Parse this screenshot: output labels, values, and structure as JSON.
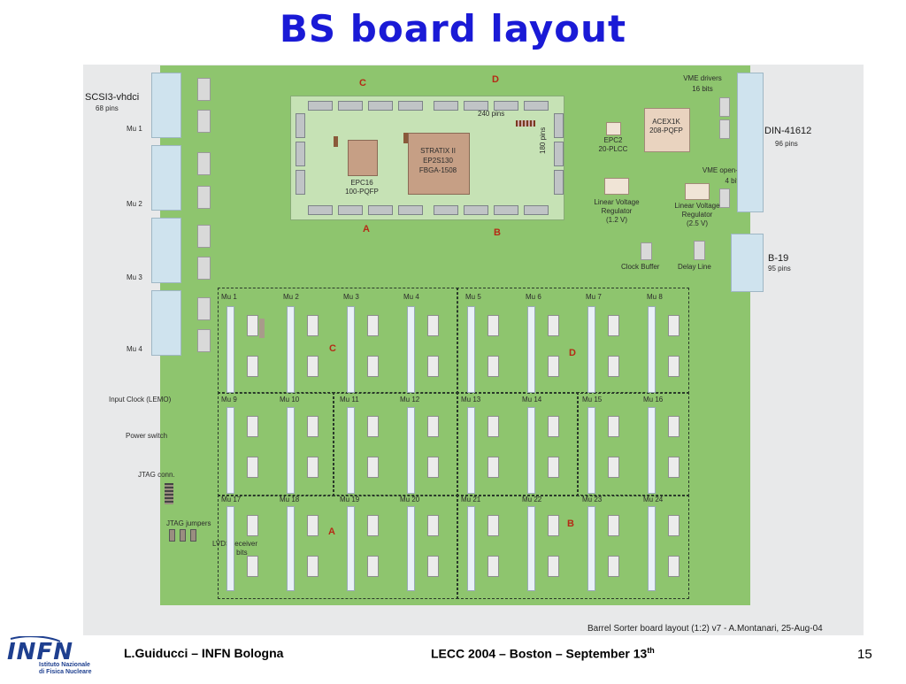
{
  "slide": {
    "title": "BS board layout",
    "footer_left": "L.Guiducci – INFN Bologna",
    "footer_center": "LECC 2004 – Boston – September 13",
    "footer_center_sup": "th",
    "page_number": "15",
    "logo": {
      "text": "INFN",
      "line1": "Istituto Nazionale",
      "line2": "di Fisica Nucleare"
    }
  },
  "diagram": {
    "caption": "Barrel Sorter board layout (1:2) v7 - A.Montanari, 25-Aug-04",
    "left_labels": {
      "scsi_title": "SCSI3-vhdci",
      "scsi_pins": "68 pins",
      "mu1": "Mu 1",
      "mu2": "Mu 2",
      "mu3": "Mu 3",
      "mu4": "Mu 4",
      "input_clock": "Input Clock (LEMO)",
      "power_switch": "Power switch",
      "jtag_conn": "JTAG conn.",
      "jtag_jumpers": "JTAG jumpers",
      "lvds_line1": "LVDS  receiver",
      "lvds_line2": "31 bits"
    },
    "right_labels": {
      "vme_drivers_1": "VME drivers",
      "vme_drivers_2": "16 bits",
      "din_title": "DIN-41612",
      "din_pins": "96 pins",
      "vme_oc_1": "VME open-coll.",
      "vme_oc_2": "4 bits",
      "b19_title": "B-19",
      "b19_pins": "95 pins"
    },
    "fpga_area": {
      "label_c": "C",
      "label_d": "D",
      "label_a": "A",
      "label_b": "B",
      "pins_240": "240 pins",
      "pins_180": "180 pins",
      "stratix_1": "STRATIX II",
      "stratix_2": "EP2S130",
      "stratix_3": "FBGA-1508",
      "epc16_1": "EPC16",
      "epc16_2": "100-PQFP"
    },
    "components": {
      "epc2_1": "EPC2",
      "epc2_2": "20-PLCC",
      "acex_1": "ACEX1K",
      "acex_2": "208-PQFP",
      "lvr12_1": "Linear Voltage",
      "lvr12_2": "Regulator",
      "lvr12_3": "(1.2 V)",
      "lvr25_1": "Linear Voltage",
      "lvr25_2": "Regulator",
      "lvr25_3": "(2.5 V)",
      "clock_buffer": "Clock Buffer",
      "delay_line": "Delay Line"
    },
    "quadrants": {
      "c": "C",
      "d": "D",
      "a": "A",
      "b": "B"
    },
    "mu_rows": [
      [
        "Mu 1",
        "Mu 2",
        "Mu 3",
        "Mu 4",
        "Mu 5",
        "Mu 6",
        "Mu 7",
        "Mu 8"
      ],
      [
        "Mu 9",
        "Mu 10",
        "Mu 11",
        "Mu 12",
        "Mu 13",
        "Mu 14",
        "Mu 15",
        "Mu 16"
      ],
      [
        "Mu 17",
        "Mu 18",
        "Mu 19",
        "Mu 20",
        "Mu 21",
        "Mu 22",
        "Mu 23",
        "Mu 24"
      ]
    ]
  }
}
